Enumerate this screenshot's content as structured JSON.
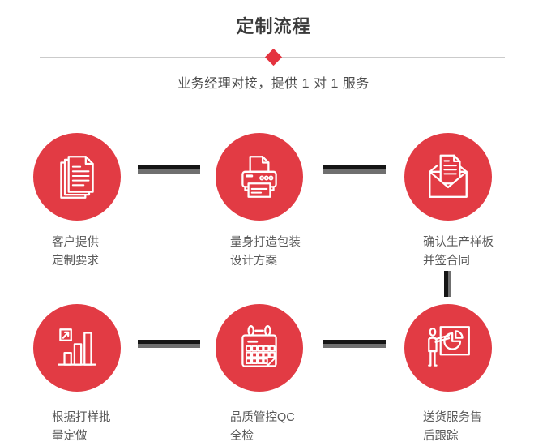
{
  "header": {
    "title": "定制流程",
    "subtitle": "业务经理对接，提供 1 对 1 服务"
  },
  "colors": {
    "accent": "#e23b44",
    "diamond": "#e4333f",
    "divider": "#cbcbcb",
    "title_text": "#3b3b3b",
    "subtitle_text": "#4c4c4c",
    "label_text": "#595959",
    "connector_dark": "#151515",
    "connector_gray": "#6f6f6f",
    "icon_stroke": "#ffffff"
  },
  "steps": [
    {
      "order": 1,
      "icon": "documents-icon",
      "line1": "客户提供",
      "line2": "定制要求"
    },
    {
      "order": 2,
      "icon": "printer-icon",
      "line1": "量身打造包装",
      "line2": "设计方案"
    },
    {
      "order": 3,
      "icon": "envelope-icon",
      "line1": "确认生产样板",
      "line2": "并签合同"
    },
    {
      "order": 4,
      "icon": "bar-chart-icon",
      "line1": "根据打样批",
      "line2": "量定做"
    },
    {
      "order": 5,
      "icon": "calendar-icon",
      "line1": "品质管控QC",
      "line2": "全检"
    },
    {
      "order": 6,
      "icon": "presentation-icon",
      "line1": "送货服务售",
      "line2": "后跟踪"
    }
  ]
}
